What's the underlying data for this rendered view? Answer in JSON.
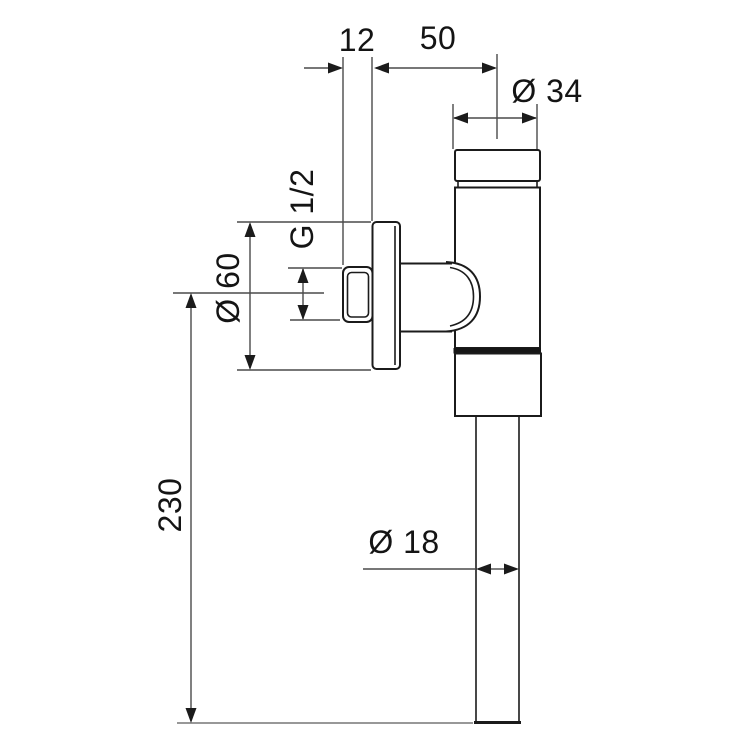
{
  "drawing": {
    "kind": "flush-valve technical dimension drawing",
    "dimensions": {
      "nipple_projection": "12",
      "wall_to_body": "50",
      "body_diameter": "Ø 34",
      "thread_size": "G 1/2",
      "flange_diameter": "Ø 60",
      "overall_height": "230",
      "outlet_pipe_diameter": "Ø 18"
    },
    "colors": {
      "line": "#1b1b1b",
      "dimension_line": "#4a4a4a",
      "background": "#ffffff"
    }
  }
}
